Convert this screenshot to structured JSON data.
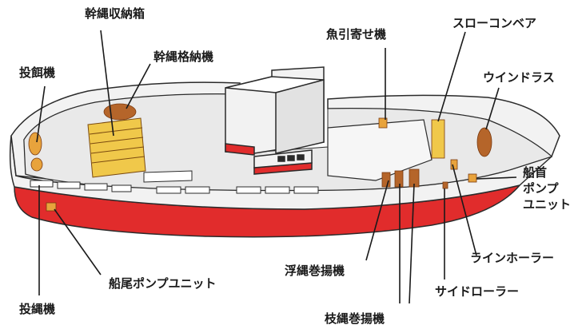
{
  "colors": {
    "hull_red": "#e12c2c",
    "hull_white": "#f2f2f2",
    "outline": "#2b2b2b",
    "deck_gray": "#e9e9e9",
    "equipment_orange": "#e8a33c",
    "equipment_brown": "#b5652a"
  },
  "labels": {
    "trunk_line_storage_box": "幹縄収納箱",
    "trunk_line_storage_machine": "幹縄格納機",
    "bait_thrower": "投餌機",
    "fish_hauler": "魚引寄せ機",
    "slow_conveyor": "スローコンベア",
    "windlass": "ウインドラス",
    "bow_pump_line1": "船首",
    "bow_pump_line2": "ポンプ",
    "bow_pump_line3": "ユニット",
    "stern_pump_unit": "船尾ポンプユニット",
    "float_line_hauler": "浮縄巻揚機",
    "line_hauler": "ラインホーラー",
    "side_roller": "サイドローラー",
    "line_shooter": "投縄機",
    "branch_line_hauler": "枝縄巻揚機"
  }
}
